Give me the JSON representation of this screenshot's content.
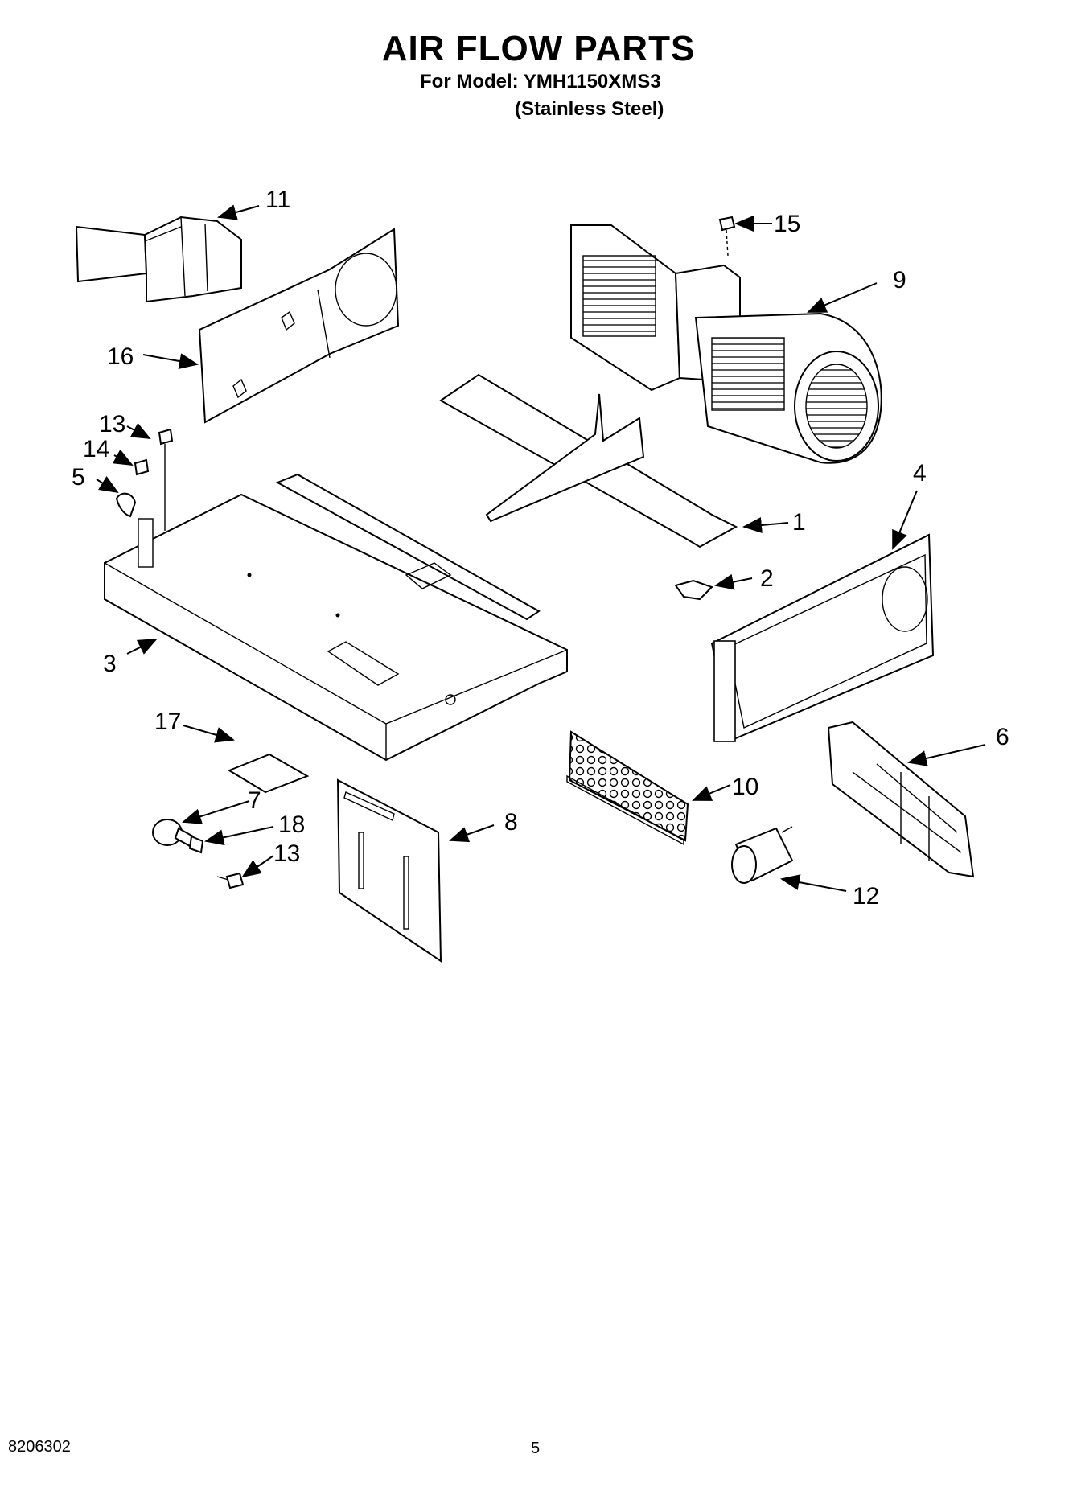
{
  "header": {
    "title": "AIR FLOW PARTS",
    "model_line": "For Model: YMH1150XMS3",
    "variant_line": "(Stainless Steel)"
  },
  "footer": {
    "doc_number": "8206302",
    "page_number": "5"
  },
  "callouts": {
    "c1": "1",
    "c2": "2",
    "c3": "3",
    "c4": "4",
    "c5": "5",
    "c6": "6",
    "c7": "7",
    "c8": "8",
    "c9": "9",
    "c10": "10",
    "c11": "11",
    "c12": "12",
    "c13a": "13",
    "c13b": "13",
    "c14": "14",
    "c15": "15",
    "c16": "16",
    "c17": "17",
    "c18": "18"
  }
}
